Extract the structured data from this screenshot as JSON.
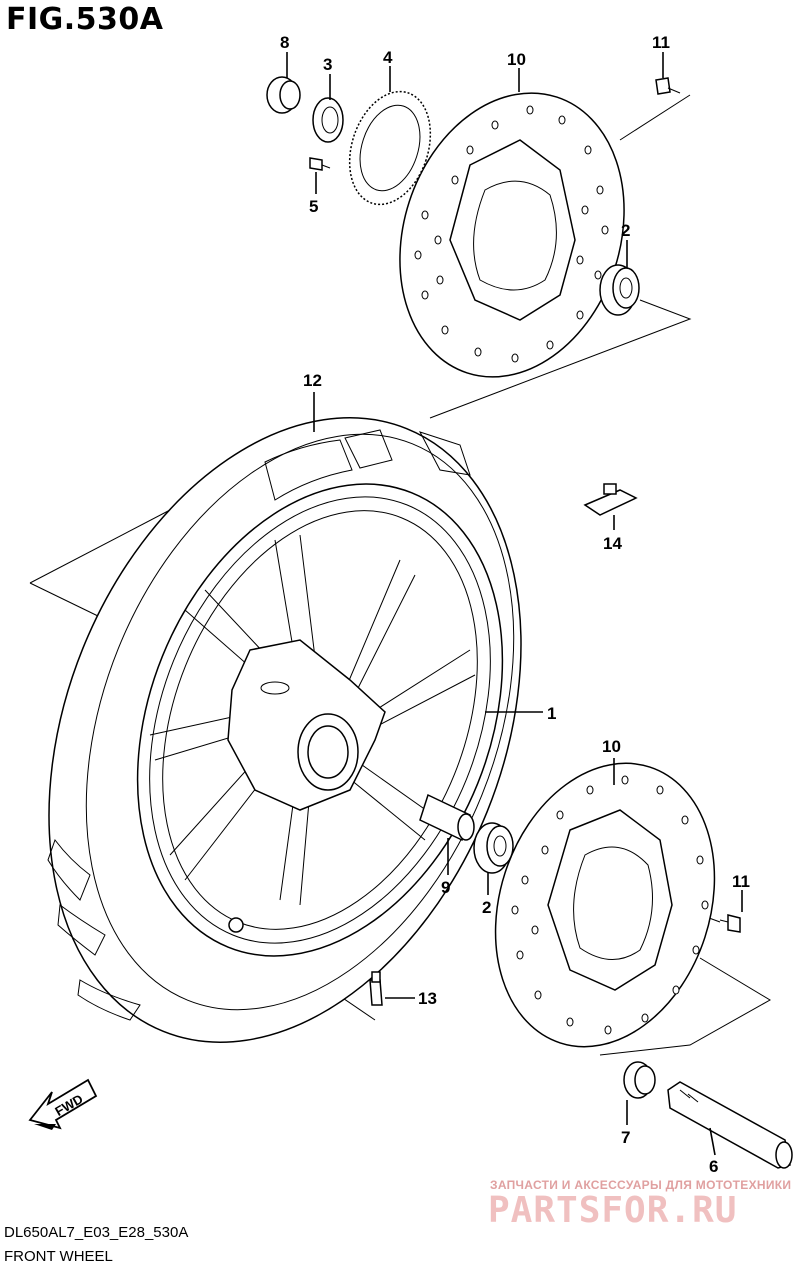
{
  "figure": {
    "title": "FIG.530A"
  },
  "callouts": {
    "c1": "1",
    "c2a": "2",
    "c2b": "2",
    "c3": "3",
    "c4": "4",
    "c5": "5",
    "c6": "6",
    "c7": "7",
    "c8": "8",
    "c9": "9",
    "c10a": "10",
    "c10b": "10",
    "c11a": "11",
    "c11b": "11",
    "c12": "12",
    "c13": "13",
    "c14": "14"
  },
  "fwd_label": "FWD",
  "footer": {
    "code": "DL650AL7_E03_E28_530A",
    "caption": "FRONT WHEEL"
  },
  "watermark": {
    "top": "ЗАПЧАСТИ И АКСЕССУАРЫ ДЛЯ МОТОТЕХНИКИ",
    "main": "PARTSFOR.RU"
  },
  "icons": {
    "fwd": "fwd-arrow-icon"
  }
}
